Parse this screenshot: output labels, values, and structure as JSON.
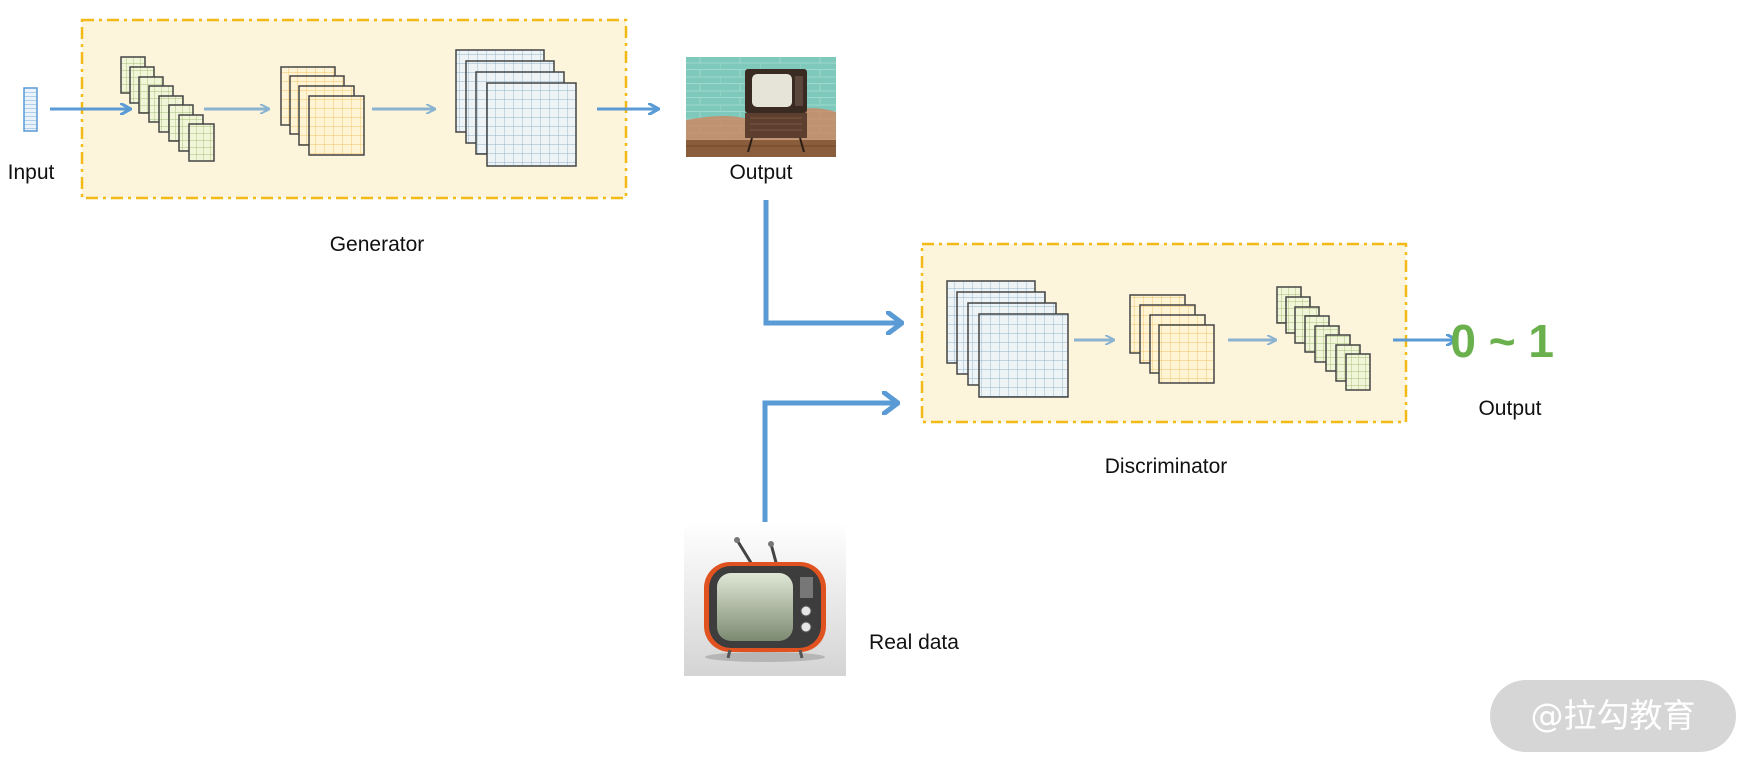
{
  "labels": {
    "input": "Input",
    "generator": "Generator",
    "generated_output": "Output",
    "discriminator": "Discriminator",
    "real_data": "Real data",
    "final_output": "Output",
    "score_range": "0 ~ 1"
  },
  "watermark": "@拉勾教育",
  "colors": {
    "box_fill": "#fdf4dc",
    "box_border": "#f3b917",
    "arrow_blue": "#5a9bd5",
    "arrow_light": "#8ab3d0",
    "score_green": "#6ab04c"
  },
  "icons": {
    "generated_image": "vintage-tv-photo",
    "real_image": "retro-tv-icon"
  }
}
